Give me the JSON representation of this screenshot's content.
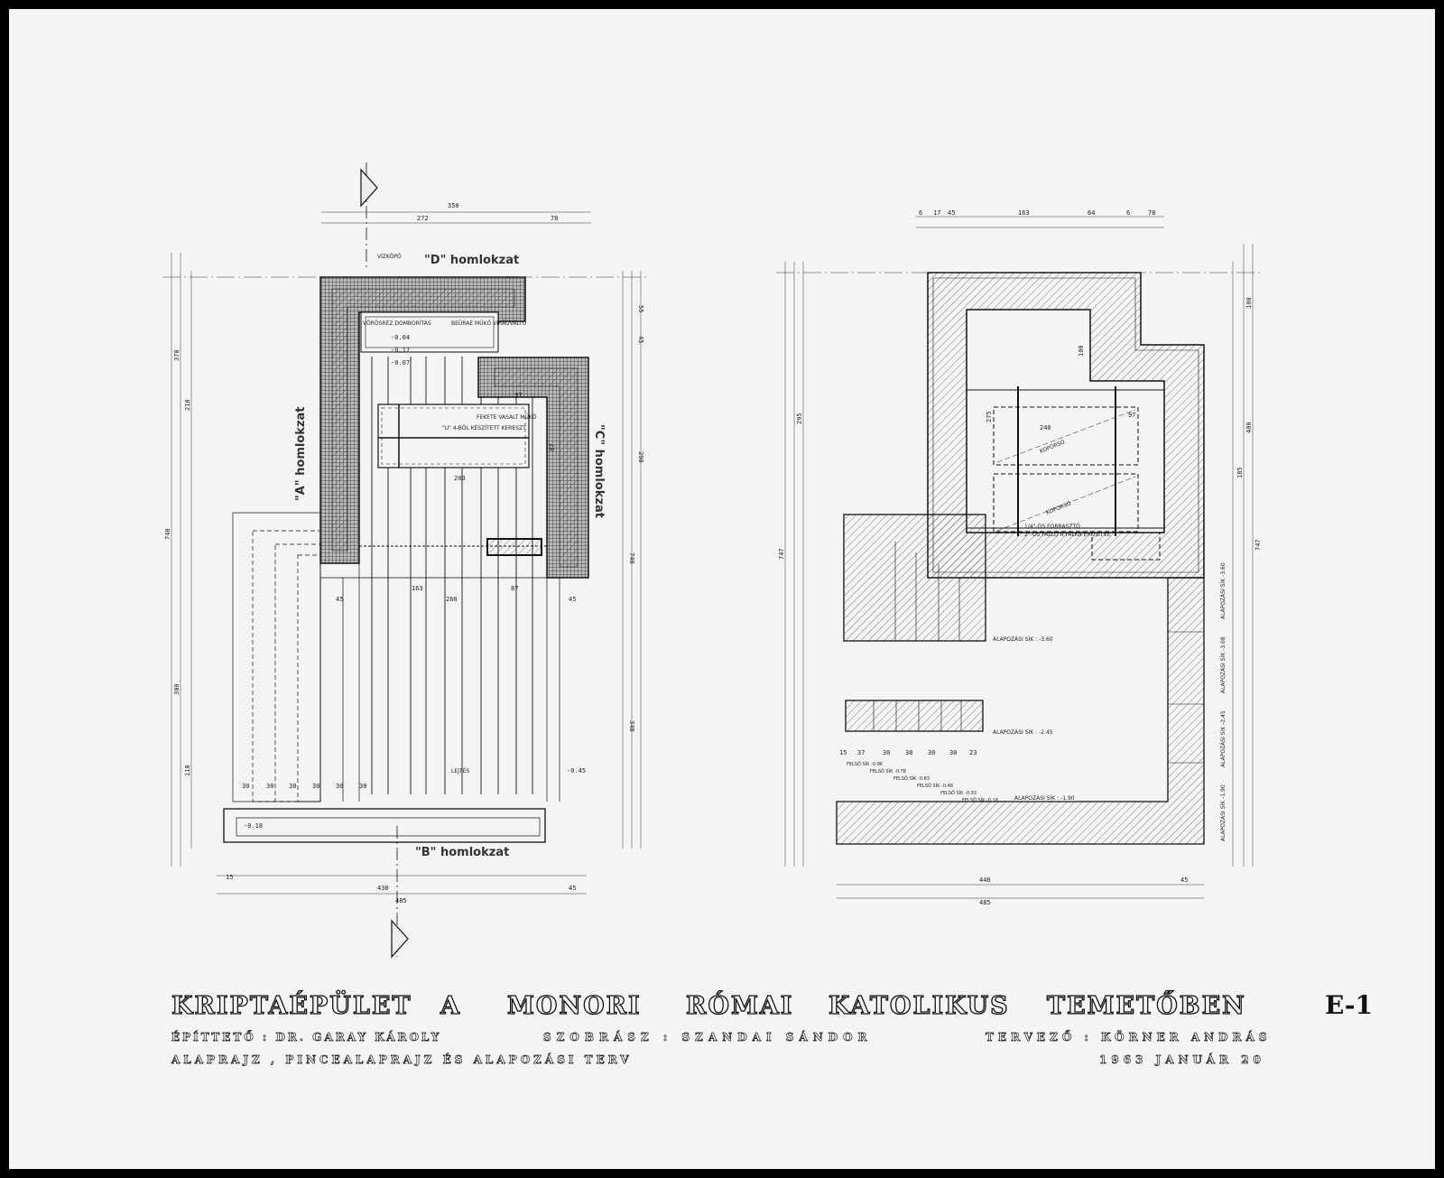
{
  "sheet": {
    "title_words": [
      "KRIPTAÉPÜLET",
      "A",
      "MONORI",
      "RÓMAI",
      "KATOLIKUS",
      "TEMETŐBEN"
    ],
    "sheet_code": "E-1",
    "client": "ÉPÍTTETŐ : DR. GARAY KÁROLY",
    "sculptor": "SZOBRÁSZ : SZANDAI SÁNDOR",
    "designer": "TERVEZŐ : KÖRNER ANDRÁS",
    "subject": "ALAPRAJZ ,   PINCEALAPRAJZ ÉS ALAPOZÁSI TERV",
    "date": "1963 JANUÁR 20"
  },
  "ground_plan": {
    "elevations": {
      "a": "\"A\" homlokzat",
      "b": "\"B\" homlokzat",
      "c": "\"C\" homlokzat",
      "d": "\"D\" homlokzat"
    },
    "notes": {
      "vizkopo": "VÍZKÖPŐ",
      "domborit": "VÖRÖSRÉZ DOMBORÍTÁS",
      "viragvalto": "BEÜRAE MŰKŐ VIRÁGVÁLTÓ",
      "mukoo": "FEKETE VASALT MŰKŐ",
      "kereszt": "\"U\" 4-BŐL KÉSZÍTETT KERESZT",
      "lejtes": "LEJTÉS"
    },
    "levels": [
      "-0.04",
      "-0.17",
      "-0.07",
      "-0.45",
      "-0.18"
    ],
    "dims": {
      "top_total": "350",
      "top_a": "272",
      "top_b": "78",
      "left_total": "740",
      "left_a": "370",
      "left_b": "210",
      "left_c": "300",
      "left_d": "110",
      "right_a": "55",
      "right_b": "45",
      "right_c": "290",
      "right_d": "740",
      "right_e": "340",
      "inner_a": "97",
      "inner_b": "87",
      "inner_c": "200",
      "inner_d": "163",
      "inner_e": "87",
      "inner_f": "260",
      "inner_g": "45",
      "inner_h": "45",
      "steps": [
        "30",
        "30",
        "30",
        "30",
        "30",
        "30"
      ],
      "bottom_a": "430",
      "bottom_b": "485",
      "bottom_c": "45",
      "bottom_d": "15"
    }
  },
  "foundation_plan": {
    "notes": {
      "koporso": "KOPORSÓ",
      "forrasz": "1/4\"-OS FORRASZTÓ",
      "fallo": "2\"-OS FALLÓ A FALKA ERŐSÍTVE"
    },
    "foundation_levels": [
      "ALAPOZÁSI SÍK : -3.60",
      "ALAPOZÁSI SÍK : -2.45",
      "ALAPOZÁSI SÍK : -1.90"
    ],
    "right_levels": [
      "ALAPOZÁSI SÍK -3.60",
      "ALAPOZÁSI SÍK -3.08",
      "ALAPOZÁSI SÍK -2.45",
      "ALAPOZÁSI SÍK -1.90"
    ],
    "step_levels": [
      "FELSŐ SÍK -0.96",
      "FELSŐ SÍK -0.78",
      "FELSŐ SÍK -0.63",
      "FELSŐ SÍK -0.48",
      "FELSŐ SÍK -0.33",
      "FELSŐ SÍK -0.18"
    ],
    "dims": {
      "top": [
        "6",
        "17",
        "45",
        "163",
        "64",
        "6",
        "78"
      ],
      "step_widths": [
        "15",
        "37",
        "30",
        "30",
        "30",
        "30",
        "23"
      ],
      "right_a": "100",
      "right_b": "400",
      "right_c": "185",
      "right_d": "747",
      "left_a": "295",
      "left_b": "747",
      "inner_a": "240",
      "inner_b": "97",
      "inner_c": "100",
      "inner_d": "275",
      "bottom_a": "440",
      "bottom_b": "485",
      "bottom_c": "45"
    }
  }
}
